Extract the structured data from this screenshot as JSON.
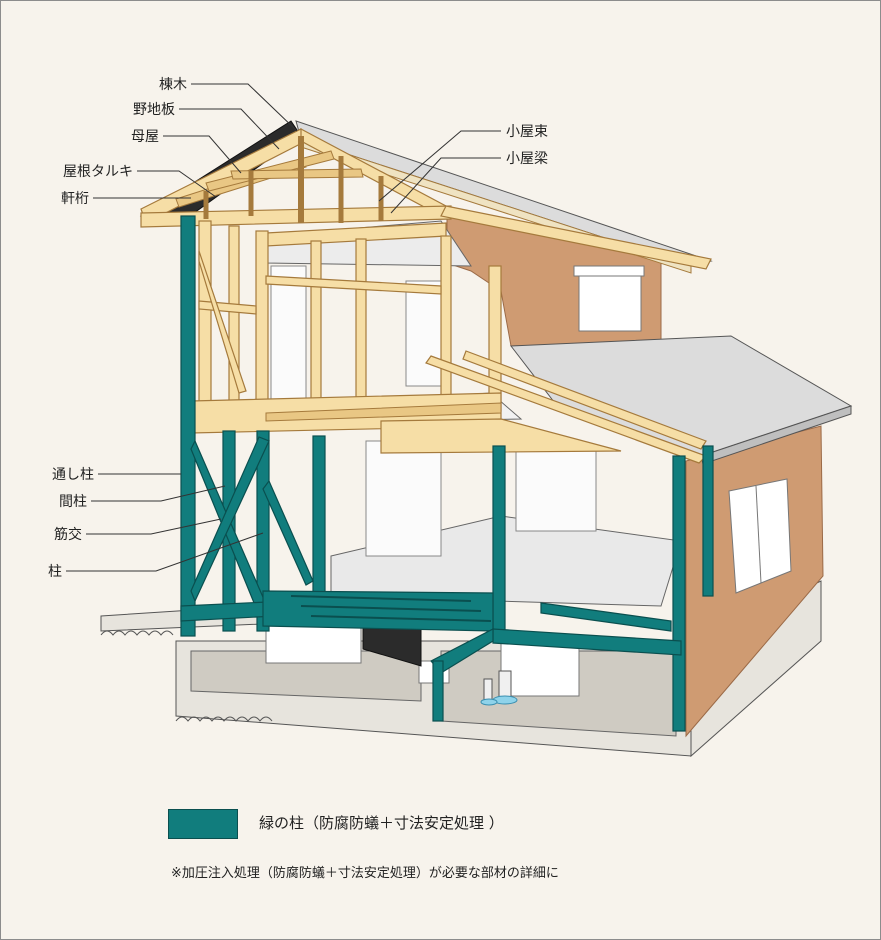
{
  "labels": {
    "munagi": "棟木",
    "nojiita": "野地板",
    "moya": "母屋",
    "yane_taruki": "屋根タルキ",
    "nokigeta": "軒桁",
    "koyazuka": "小屋束",
    "koyabari": "小屋梁",
    "toshibashira": "通し柱",
    "mabashira": "間柱",
    "sujikai": "筋交",
    "hashira": "柱"
  },
  "legend": {
    "text": "緑の柱（防腐防蟻＋寸法安定処理 ）",
    "swatch_color": "#117d7d"
  },
  "note": "※加圧注入処理（防腐防蟻＋寸法安定処理）が必要な部材の詳細に",
  "colors": {
    "background": "#f7f3ec",
    "treated_green": "#117d7d",
    "wood": "#f6dea6",
    "siding": "#cf9b72"
  }
}
